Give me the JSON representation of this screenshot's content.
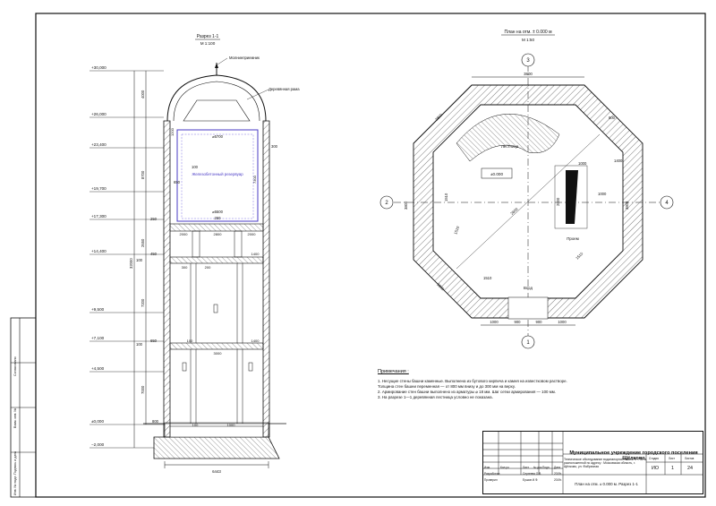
{
  "section": {
    "title": "Разрез 1-1",
    "scale": "М 1:100",
    "lightning_rod": "Молниеприемник",
    "wooden_frame": "Деревянная рама",
    "tank_label": "Железобетонный резервуар",
    "levels": [
      "+30,000",
      "+26,000",
      "+23,400",
      "+19,700",
      "+17,300",
      "+14,400",
      "+9,500",
      "+7,100",
      "+4,500",
      "±0,000",
      "−2,000"
    ],
    "left_dims": [
      "4000",
      "8700",
      "250",
      "2650",
      "450",
      "7200",
      "650",
      "7000",
      "32000"
    ],
    "small_dims": [
      "100",
      "100",
      "800"
    ],
    "tank_dims": [
      "⌀5700",
      "⌀5500",
      "1200",
      "7300",
      "300",
      "100",
      "650",
      "250"
    ],
    "slab_dims": [
      "2000",
      "2800",
      "2000",
      "300",
      "200",
      "1400",
      "100",
      "3000",
      "1400",
      "100",
      "1000"
    ],
    "base_dim": "6443"
  },
  "plan": {
    "title": "План на отм. ± 0.000 м",
    "scale": "М 1:50",
    "axes": [
      "3",
      "2",
      "4",
      "1"
    ],
    "top_dim": "3800",
    "side_dims": [
      "800",
      "1400",
      "3800",
      "3800",
      "1000",
      "1000",
      "2000"
    ],
    "diag_dims": [
      "3800",
      "3800",
      "1510",
      "1510",
      "1510",
      "1510",
      "2600"
    ],
    "bottom_dims": [
      "1000",
      "900",
      "900",
      "1000"
    ],
    "level_mark": "±0.000",
    "stair_label": "Лестница",
    "opening_label": "Проем",
    "entry_label": "Вход"
  },
  "notes": {
    "title": "Примечания :",
    "items": [
      "1.  Несущие стены башни каменные. Выполнена из бутового кирпича и камня на известковом растворе.",
      "Толщина стен башни переменная — от 800 мм внизу и до 300 мм на верху.",
      "2.  Армирование стен башни выполнено из арматуры ⌀ 18 мм. Шаг сетки армирования — 100 мм.",
      "3.  На разрезе 1—1 деревянная лестница условно не показана."
    ]
  },
  "stamp": {
    "organization": "Муниципальное учреждение городского поселения Щёлково",
    "object": "Техническое обследование водонапорной башни Н = 30 м, расположенной по адресу : Московская область, г. Щёлково, ул. Фабричная",
    "sheet_name": "План на отм. ± 0.000 м. Разрез 1-1",
    "stage_label": "Стадия",
    "sheet_label": "Лист",
    "sheets_label": "Листов",
    "stage": "ИО",
    "sheet": "1",
    "sheets": "24",
    "col_heads": [
      "Изм.",
      "Кол.уч",
      "Лист",
      "№ док.",
      "Подп.",
      "Дата"
    ],
    "roles": [
      "Разработал",
      "Проверил"
    ],
    "names": [
      "Сергеева О.В.",
      "Ершов И.Ф."
    ],
    "dates": [
      "2019г.",
      "2019г."
    ]
  },
  "side_stamp": [
    "Согласовано",
    "Взам. инв. №",
    "Подпись и дата",
    "Инв. № подл."
  ]
}
